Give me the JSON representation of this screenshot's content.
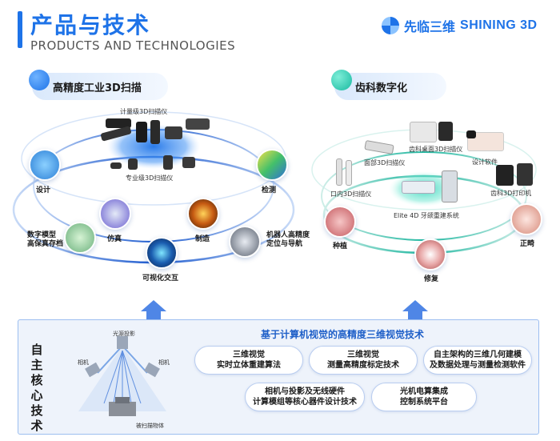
{
  "header": {
    "title_cn": "产品与技术",
    "title_en": "PRODUCTS AND TECHNOLOGIES",
    "brand_cn": "先临三维",
    "brand_en": "SHINING 3D"
  },
  "left": {
    "section_label": "高精度工业3D扫描",
    "center_top_label": "计量级3D扫描仪",
    "center_bottom_label": "专业级3D扫描仪",
    "nodes": [
      {
        "label": "设计",
        "icon": "turbine-icon"
      },
      {
        "label": "检测",
        "icon": "car-door-icon"
      },
      {
        "label": "仿真",
        "icon": "motorcycle-icon"
      },
      {
        "label": "制造",
        "icon": "casting-icon"
      },
      {
        "label": "数字模型\n高保真存档",
        "icon": "vase-icon"
      },
      {
        "label": "机器人高精度\n定位与导航",
        "icon": "robot-arm-icon"
      },
      {
        "label": "可视化交互",
        "icon": "vr-figure-icon"
      }
    ]
  },
  "right": {
    "section_label": "齿科数字化",
    "center_label": "Elite 4D 牙颌重建系统",
    "products": [
      {
        "label": "齿科桌面3D扫描仪"
      },
      {
        "label": "设计软件"
      },
      {
        "label": "面部3D扫描仪"
      },
      {
        "label": "口内3D扫描仪"
      },
      {
        "label": "齿科3D打印机"
      }
    ],
    "nodes": [
      {
        "label": "种植",
        "icon": "implant-icon"
      },
      {
        "label": "正畸",
        "icon": "orthodontic-icon"
      },
      {
        "label": "修复",
        "icon": "smile-icon"
      }
    ]
  },
  "core": {
    "title": "自主核心技术",
    "heading": "基于计算机视觉的高精度三维视觉技术",
    "diagram_labels": {
      "projector": "光源投影",
      "camera_left": "相机",
      "camera_right": "相机",
      "object": "被扫描物体"
    },
    "techs": [
      {
        "line1": "三维视觉",
        "line2": "实时立体重建算法"
      },
      {
        "line1": "三维视觉",
        "line2": "测量高精度标定技术"
      },
      {
        "line1": "自主架构的三维几何建模",
        "line2": "及数据处理与测量检测软件"
      },
      {
        "line1": "相机与投影及无线硬件",
        "line2": "计算模组等核心器件设计技术"
      },
      {
        "line1": "光机电算集成",
        "line2": "控制系统平台"
      }
    ]
  },
  "colors": {
    "primary": "#1e73e8",
    "teal": "#18b9a0",
    "ring": "#2a63d4"
  }
}
